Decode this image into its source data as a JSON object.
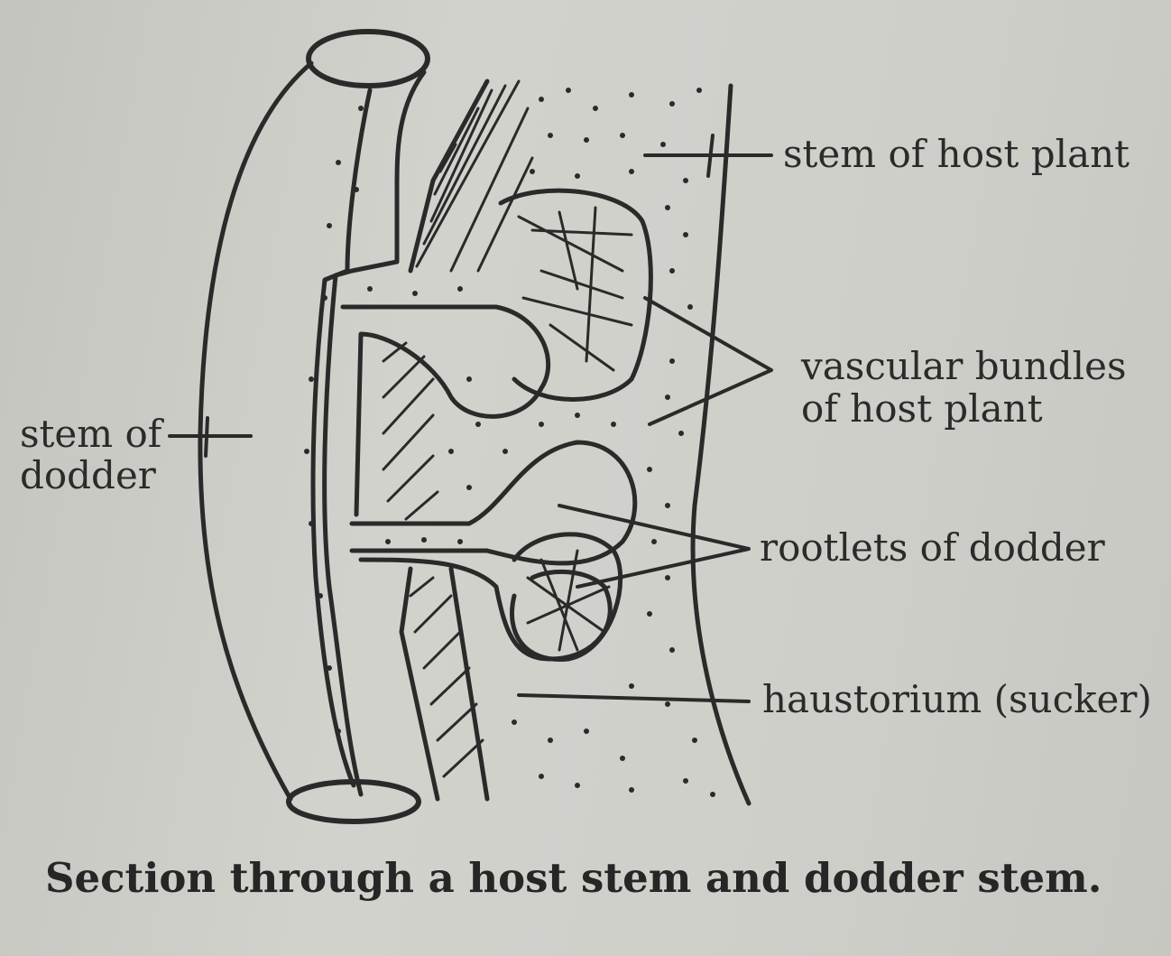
{
  "figure": {
    "caption": "Section through a host stem and dodder stem.",
    "labels": {
      "stem_host": "stem of host plant",
      "vascular_line1": "vascular bundles",
      "vascular_line2": "of host plant",
      "stem_dodder_line1": "stem of",
      "stem_dodder_line2": "dodder",
      "rootlets": "rootlets of dodder",
      "haustorium": "haustorium (sucker)"
    }
  },
  "colors": {
    "ink": "#2a2a2a",
    "paper": "#cfcfca"
  }
}
